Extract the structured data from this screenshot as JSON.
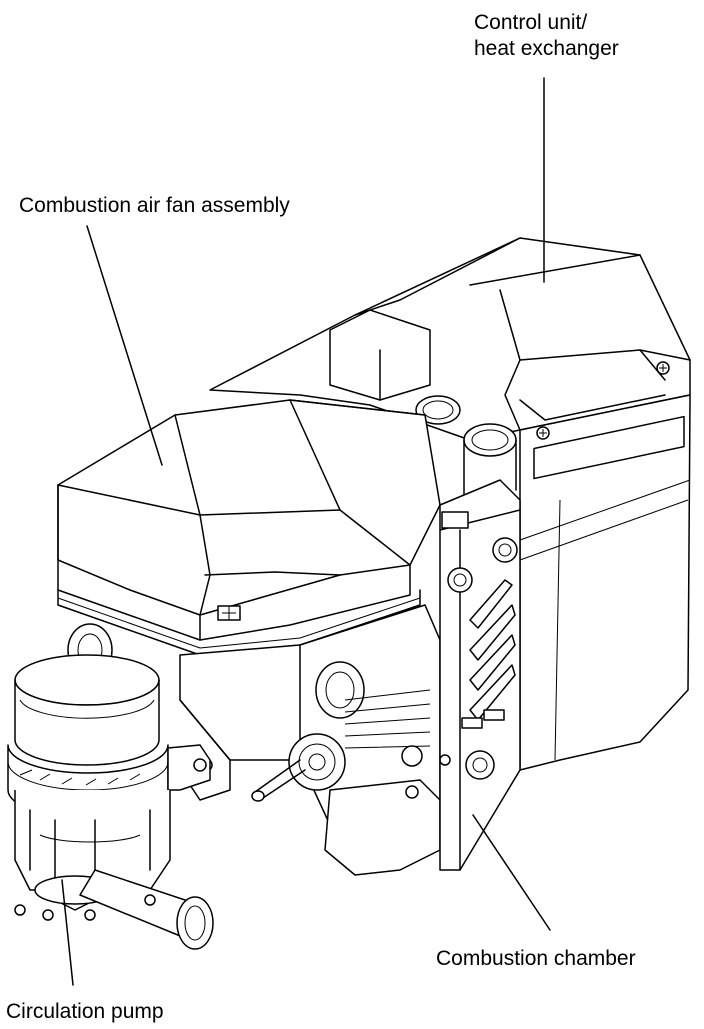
{
  "labels": {
    "control_unit_line1": "Control unit/",
    "control_unit_line2": "heat exchanger",
    "fan_assembly": "Combustion air fan assembly",
    "combustion_chamber": "Combustion chamber",
    "circulation_pump": "Circulation pump"
  }
}
